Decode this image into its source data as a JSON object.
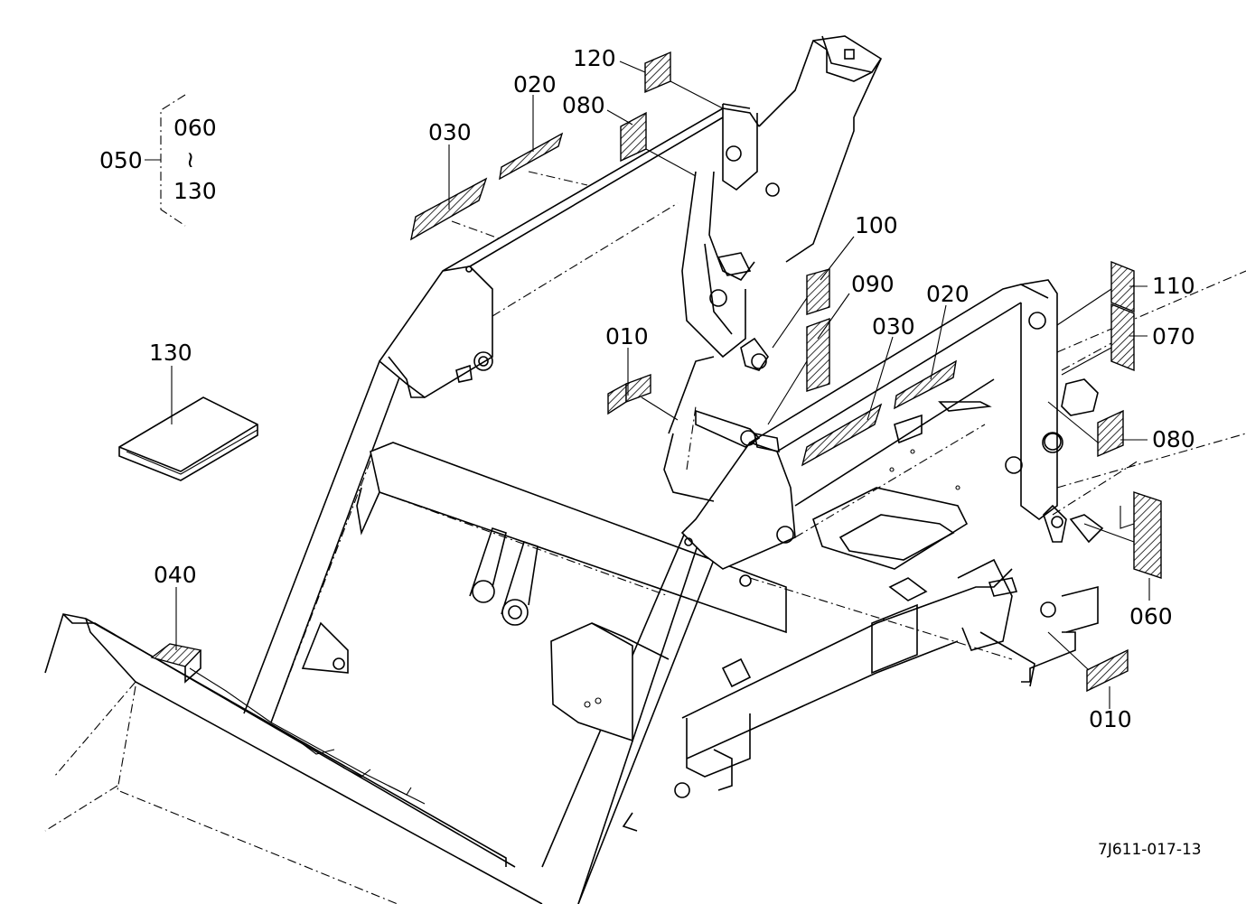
{
  "callouts": [
    {
      "id": "c120",
      "text": "120"
    },
    {
      "id": "c020a",
      "text": "020"
    },
    {
      "id": "c080a",
      "text": "080"
    },
    {
      "id": "c030a",
      "text": "030"
    },
    {
      "id": "c050",
      "text": "050"
    },
    {
      "id": "c060a",
      "text": "060"
    },
    {
      "id": "c130a",
      "text": "130"
    },
    {
      "id": "c100",
      "text": "100"
    },
    {
      "id": "c090",
      "text": "090"
    },
    {
      "id": "c020b",
      "text": "020"
    },
    {
      "id": "c030b",
      "text": "030"
    },
    {
      "id": "c010a",
      "text": "010"
    },
    {
      "id": "c110",
      "text": "110"
    },
    {
      "id": "c070",
      "text": "070"
    },
    {
      "id": "c080b",
      "text": "080"
    },
    {
      "id": "c060b",
      "text": "060"
    },
    {
      "id": "c010b",
      "text": "010"
    },
    {
      "id": "c130b",
      "text": "130"
    },
    {
      "id": "c040",
      "text": "040"
    }
  ],
  "range_symbol": "≀",
  "drawing_code": "7J611-017-13"
}
